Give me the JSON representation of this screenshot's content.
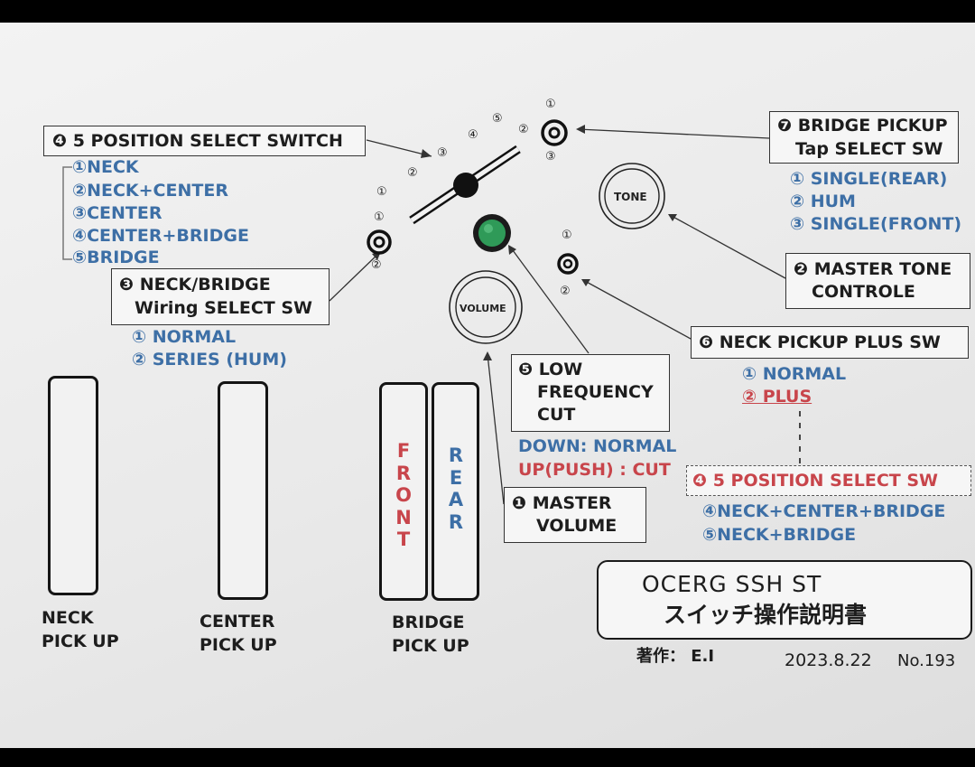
{
  "five_position_switch": {
    "title": "❹ 5 POSITION SELECT SWITCH",
    "positions": [
      "①NECK",
      "②NECK+CENTER",
      "③CENTER",
      "④CENTER+BRIDGE",
      "⑤BRIDGE"
    ],
    "marks": [
      "⑤",
      "④",
      "③",
      "②",
      "①"
    ]
  },
  "neck_bridge_sw": {
    "title_line1": "❸ NECK/BRIDGE",
    "title_line2": "Wiring SELECT SW",
    "options": [
      "① NORMAL",
      "② SERIES (HUM)"
    ],
    "marks": [
      "①",
      "②"
    ]
  },
  "bridge_pickup_tap": {
    "title_line1": "❼ BRIDGE PICKUP",
    "title_line2": "Tap SELECT SW",
    "options": [
      "① SINGLE(REAR)",
      "② HUM",
      "③ SINGLE(FRONT)"
    ],
    "marks": [
      "①",
      "②",
      "③"
    ]
  },
  "master_tone": {
    "knob_label": "TONE",
    "title_line1": "❷ MASTER TONE",
    "title_line2": "CONTROLE"
  },
  "neck_pickup_plus": {
    "title": "❻ NECK PICKUP PLUS SW",
    "options": [
      "① NORMAL",
      "② PLUS"
    ],
    "marks": [
      "①",
      "②"
    ],
    "linked_title": "❹ 5 POSITION  SELECT SW",
    "linked_positions": [
      "④NECK+CENTER+BRIDGE",
      "⑤NECK+BRIDGE"
    ]
  },
  "low_cut": {
    "title_line1": "❺ LOW",
    "title_line2": "FREQUENCY",
    "title_line3": "CUT",
    "down": "DOWN: NORMAL",
    "up": "UP(PUSH) : CUT"
  },
  "master_volume": {
    "knob_label": "VOLUME",
    "title_line1": "❶ MASTER",
    "title_line2": "VOLUME"
  },
  "pickups": {
    "neck": [
      "NECK",
      "PICK UP"
    ],
    "center": [
      "CENTER",
      "PICK UP"
    ],
    "bridge": [
      "BRIDGE",
      "PICK UP"
    ],
    "front_letters": [
      "F",
      "R",
      "O",
      "N",
      "T"
    ],
    "rear_letters": [
      "R",
      "E",
      "A",
      "R"
    ]
  },
  "title_block": {
    "model": "OCERG  SSH  ST",
    "subtitle": "スイッチ操作説明書",
    "author": "著作： E.I",
    "date": "2023.8.22",
    "number": "No.193"
  },
  "colors": {
    "text": "#1d1d1d",
    "blue": "#3d6fa6",
    "red": "#c8454b",
    "led_green": "#2f9a58"
  }
}
